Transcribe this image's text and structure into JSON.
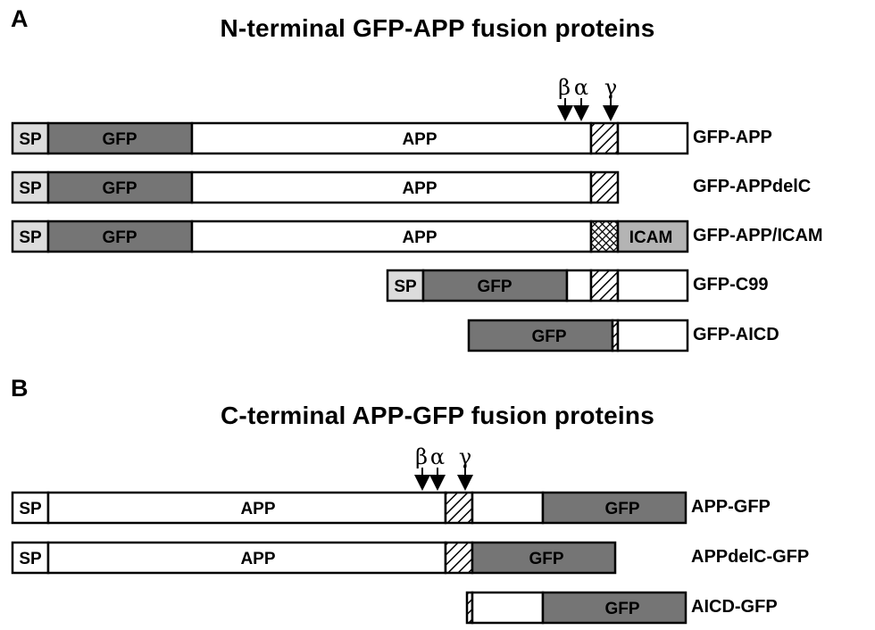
{
  "panels": [
    {
      "letter": "A",
      "title": "N-terminal GFP-APP fusion proteins",
      "cleavage_sites": [
        {
          "symbol": "β",
          "name": "beta"
        },
        {
          "symbol": "α",
          "name": "alpha"
        },
        {
          "symbol": "γ",
          "name": "gamma"
        }
      ],
      "constructs": [
        {
          "label": "GFP-APP",
          "segments": [
            "SP",
            "GFP",
            "APP",
            "",
            ""
          ]
        },
        {
          "label": "GFP-APPdelC",
          "segments": [
            "SP",
            "GFP",
            "APP",
            ""
          ]
        },
        {
          "label": "GFP-APP/ICAM",
          "segments": [
            "SP",
            "GFP",
            "APP",
            "",
            "ICAM"
          ]
        },
        {
          "label": "GFP-C99",
          "segments": [
            "SP",
            "GFP",
            "",
            "",
            ""
          ]
        },
        {
          "label": "GFP-AICD",
          "segments": [
            "GFP",
            "",
            ""
          ]
        }
      ]
    },
    {
      "letter": "B",
      "title": "C-terminal APP-GFP fusion proteins",
      "cleavage_sites": [
        {
          "symbol": "β",
          "name": "beta"
        },
        {
          "symbol": "α",
          "name": "alpha"
        },
        {
          "symbol": "γ",
          "name": "gamma"
        }
      ],
      "constructs": [
        {
          "label": "APP-GFP",
          "segments": [
            "SP",
            "APP",
            "",
            "",
            "GFP"
          ]
        },
        {
          "label": "APPdelC-GFP",
          "segments": [
            "SP",
            "APP",
            "",
            "GFP"
          ]
        },
        {
          "label": "AICD-GFP",
          "segments": [
            "",
            "",
            "GFP"
          ]
        }
      ]
    }
  ],
  "colors": {
    "sp_fill": "#dcdcdc",
    "gfp_fill": "#757575",
    "icam_fill": "#b4b4b4",
    "app_fill": "#ffffff",
    "outline": "#000000"
  }
}
